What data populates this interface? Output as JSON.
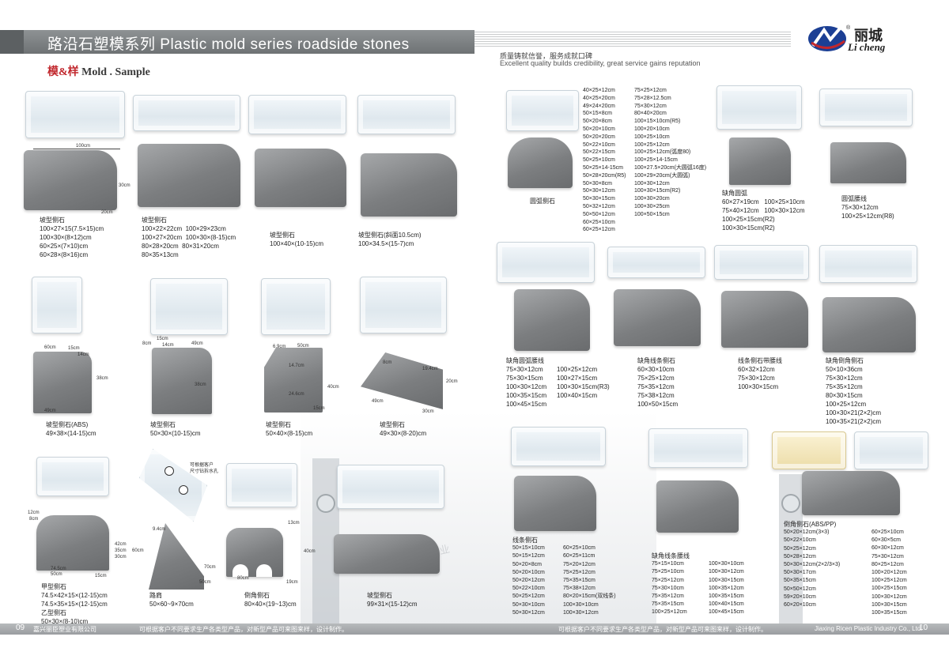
{
  "header": {
    "title": "路沿石塑模系列 Plastic mold series roadside stones",
    "section_cn": "模&样",
    "section_en": "Mold . Sample"
  },
  "brand": {
    "name_cn": "丽城",
    "name_en": "Li cheng",
    "slogan_cn": "质量铸就信誉，服务成就口碑",
    "slogan_en": "Excellent quality builds credibility, great service gains reputation",
    "accent": "#c1272d",
    "logo_blue": "#1c3f94"
  },
  "watermark": "丽臣塑业",
  "dims": {
    "p1": [
      "100cm",
      "30cm",
      "20cm"
    ],
    "p5": [
      "60cm",
      "15cm",
      "14cm",
      "38cm",
      "49cm"
    ],
    "p6": [
      "15cm",
      "49cm",
      "8cm",
      "14cm",
      "38cm"
    ],
    "p7": [
      "6.9cm",
      "50cm",
      "14.7cm",
      "24.6cm",
      "40cm",
      "15cm"
    ],
    "p8": [
      "8cm",
      "19.4cm",
      "20cm",
      "49cm",
      "30cm"
    ],
    "p9": [
      "12cm",
      "8cm",
      "42cm",
      "35cm",
      "30cm",
      "74.5cm",
      "50cm",
      "15cm"
    ],
    "p10": [
      "可根据客户",
      "尺寸钻拆水孔",
      "9.4cm",
      "60cm",
      "70cm",
      "50cm"
    ],
    "p11": [
      "13cm",
      "40cm",
      "80cm",
      "19cm"
    ]
  },
  "left_products": [
    {
      "name": "坡型侧石",
      "sizes": [
        "100×27×15(7.5×15)cm",
        "100×30×(8×12)cm",
        "60×25×(7×10)cm",
        "60×28×(8×16)cm"
      ]
    },
    {
      "name": "坡型侧石",
      "sizes": [
        "100×22×22cm",
        "100×29×23cm",
        "100×27×20cm",
        "100×30×(8-15)cm",
        "80×28×20cm",
        "80×31×20cm",
        "80×35×13cm"
      ]
    },
    {
      "name": "坡型侧石",
      "sizes": [
        "100×40×(10-15)cm"
      ]
    },
    {
      "name": "坡型侧石(斜面10.5cm)",
      "sizes": [
        "100×34.5×(15-7)cm"
      ]
    },
    {
      "name": "坡型侧石(ABS)",
      "sizes": [
        "49×38×(14-15)cm"
      ]
    },
    {
      "name": "坡型侧石",
      "sizes": [
        "50×30×(10-15)cm"
      ]
    },
    {
      "name": "坡型侧石",
      "sizes": [
        "50×40×(8-15)cm"
      ]
    },
    {
      "name": "坡型侧石",
      "sizes": [
        "49×30×(8-20)cm"
      ]
    },
    {
      "name": "甲型侧石",
      "sizes": [
        "74.5×42×15×(12-15)cm",
        "74.5×35×15×(12-15)cm"
      ],
      "extra_name": "乙型侧石",
      "extra_sizes": [
        "50×30×(8-10)cm"
      ]
    },
    {
      "name": "路肩",
      "sizes": [
        "50×60~9×70cm"
      ]
    },
    {
      "name": "倒角侧石",
      "sizes": [
        "80×40×(19~13)cm"
      ]
    },
    {
      "name": "坡型侧石",
      "sizes": [
        "99×31×(15-12)cm"
      ]
    }
  ],
  "arc_list": {
    "col1": [
      "40×25×12cm",
      "40×25×20cm",
      "49×24×20cm",
      "50×15×8cm",
      "50×20×8cm",
      "50×20×10cm",
      "50×20×20cm",
      "50×22×10cm",
      "50×22×15cm",
      "50×25×10cm",
      "50×25×14-15cm",
      "50×28×20cm(R5)",
      "50×30×8cm",
      "50×30×12cm",
      "50×30×15cm",
      "50×32×12cm",
      "50×50×12cm",
      "60×25×10cm",
      "60×25×12cm"
    ],
    "col2": [
      "75×25×12cm",
      "75×28×12.5cm",
      "75×30×12cm",
      "80×40×20cm",
      "100×15×10cm(R5)",
      "100×20×10cm",
      "100×25×10cm",
      "100×25×12cm",
      "100×25×12cm(弧度80)",
      "100×25×14-15cm",
      "100×27.5×20cm(大圆弧16度)",
      "100×29×20cm(大圆弧)",
      "100×30×12cm",
      "100×30×15cm(R2)",
      "100×30×20cm",
      "100×30×25cm",
      "100×50×15cm"
    ],
    "name": "圆弧侧石"
  },
  "right_products": {
    "corner_arc": {
      "name": "缺角圆弧",
      "sizes": [
        "60×27×19cm",
        "100×25×10cm",
        "75×40×12cm",
        "100×30×12cm",
        "100×25×15cm(R2)",
        "100×30×15cm(R2)"
      ]
    },
    "arc_waist": {
      "name": "圆弧腰线",
      "sizes": [
        "75×30×12cm",
        "100×25×12cm(R8)"
      ]
    },
    "corner_arc_waist": {
      "name": "缺角圆弧腰线",
      "sizes": [
        "75×30×12cm",
        "100×25×12cm",
        "75×30×15cm",
        "100×27×15cm",
        "100×30×12cm",
        "100×30×15cm(R3)",
        "100×35×15cm",
        "100×40×15cm",
        "100×45×15cm"
      ]
    },
    "corner_line": {
      "name": "缺角线条侧石",
      "sizes": [
        "60×30×10cm",
        "75×25×12cm",
        "75×35×12cm",
        "75×38×12cm",
        "100×50×15cm"
      ]
    },
    "line_band": {
      "name": "线条侧石带腰线",
      "sizes": [
        "60×32×12cm",
        "75×30×12cm",
        "100×30×15cm"
      ]
    },
    "corner_chamfer": {
      "name": "缺角倒角侧石",
      "sizes": [
        "50×10×36cm",
        "75×30×12cm",
        "75×35×12cm",
        "80×30×15cm",
        "100×25×12cm",
        "100×30×21(2×2)cm",
        "100×35×21(2×2)cm"
      ]
    },
    "line_stone": {
      "name": "线条侧石",
      "col1": [
        "50×15×10cm",
        "50×15×12cm",
        "50×20×8cm",
        "50×20×10cm",
        "50×20×12cm",
        "50×22×10cm",
        "50×25×12cm",
        "50×30×10cm",
        "50×30×12cm"
      ],
      "col2": [
        "60×25×10cm",
        "60×25×11cm",
        "75×20×12cm",
        "75×25×12cm",
        "75×35×15cm",
        "75×38×12cm",
        "80×20×15cm(双线条)",
        "100×30×10cm",
        "100×30×12cm"
      ]
    },
    "line_waist": {
      "name": "缺角线条腰线",
      "col1": [
        "75×15×10cm",
        "75×25×10cm",
        "75×25×12cm",
        "75×30×10cm",
        "75×35×12cm",
        "75×35×15cm",
        "100×25×12cm"
      ],
      "col2": [
        "100×30×10cm",
        "100×30×12cm",
        "100×30×15cm",
        "100×35×12cm",
        "100×35×15cm",
        "100×40×15cm",
        "100×45×15cm"
      ]
    },
    "chamfer_abs": {
      "name": "倒角侧石(ABS/PP)",
      "col1": [
        "50×20×12cm(3×3)",
        "50×22×10cm",
        "50×25×12cm",
        "50×28×12cm",
        "50×30×12cm(2×2/3×3)",
        "50×30×17cm",
        "50×35×15cm",
        "50×50×12cm",
        "59×20×10cm",
        "60×20×10cm"
      ],
      "col2": [
        "60×25×10cm",
        "60×30×5cm",
        "60×30×12cm",
        "75×30×12cm",
        "80×25×12cm",
        "100×20×12cm",
        "100×25×12cm",
        "100×25×15cm",
        "100×30×12cm",
        "100×30×15cm",
        "100×35×15cm"
      ]
    }
  },
  "footer": {
    "left_page": "09",
    "left_company": "嘉兴丽臣塑业有限公司",
    "left_note": "可根据客户不同要求生产各类型产品，对新型产品可来图来样，设计制作。",
    "right_note": "可根据客户不同要求生产各类型产品，对新型产品可来图来样，设计制作。",
    "right_company": "Jiaxing Ricen Plastic Industry Co., Ltd.",
    "right_page": "10"
  }
}
